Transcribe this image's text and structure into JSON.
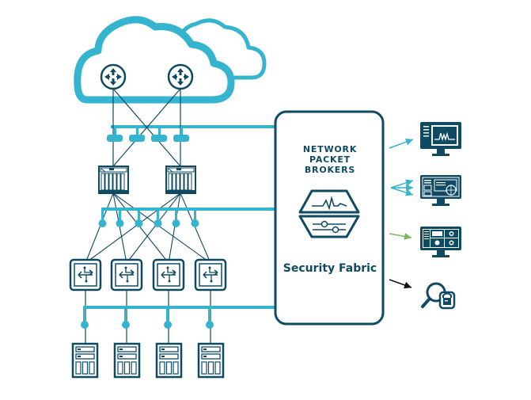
{
  "colors": {
    "navy": "#0f4a63",
    "teal": "#35b4cf",
    "green_arrow": "#7ab85a",
    "black_arrow": "#111111"
  },
  "security_fabric_box": {
    "heading": "NETWORK\nPACKET\nBROKERS",
    "label": "Security Fabric",
    "icon": "packet-broker-hexagon-icon"
  },
  "network": {
    "clouds": [
      "cloud-icon",
      "cloud-icon"
    ],
    "routers": [
      {
        "icon": "router-icon"
      },
      {
        "icon": "router-icon"
      }
    ],
    "taps": [
      {
        "icon": "tap-icon"
      },
      {
        "icon": "tap-icon"
      },
      {
        "icon": "tap-icon"
      },
      {
        "icon": "tap-icon"
      }
    ],
    "core_switches": [
      {
        "icon": "chassis-switch-icon"
      },
      {
        "icon": "chassis-switch-icon"
      }
    ],
    "aggregation_taps": [
      {},
      {},
      {},
      {},
      {},
      {}
    ],
    "access_switches": [
      {
        "icon": "switch-icon"
      },
      {
        "icon": "switch-icon"
      },
      {
        "icon": "switch-icon"
      },
      {
        "icon": "switch-icon"
      }
    ],
    "server_taps": [
      {},
      {},
      {},
      {}
    ],
    "servers": [
      {
        "icon": "server-icon"
      },
      {
        "icon": "server-icon"
      },
      {
        "icon": "server-icon"
      },
      {
        "icon": "server-icon"
      }
    ]
  },
  "tools": [
    {
      "icon": "performance-monitor-icon",
      "arrow": "single-teal-arrow"
    },
    {
      "icon": "security-dashboard-icon",
      "arrow": "triple-teal-arrow"
    },
    {
      "icon": "analytics-dashboard-icon",
      "arrow": "green-arrow"
    },
    {
      "icon": "forensics-search-lock-icon",
      "arrow": "black-arrow"
    }
  ]
}
